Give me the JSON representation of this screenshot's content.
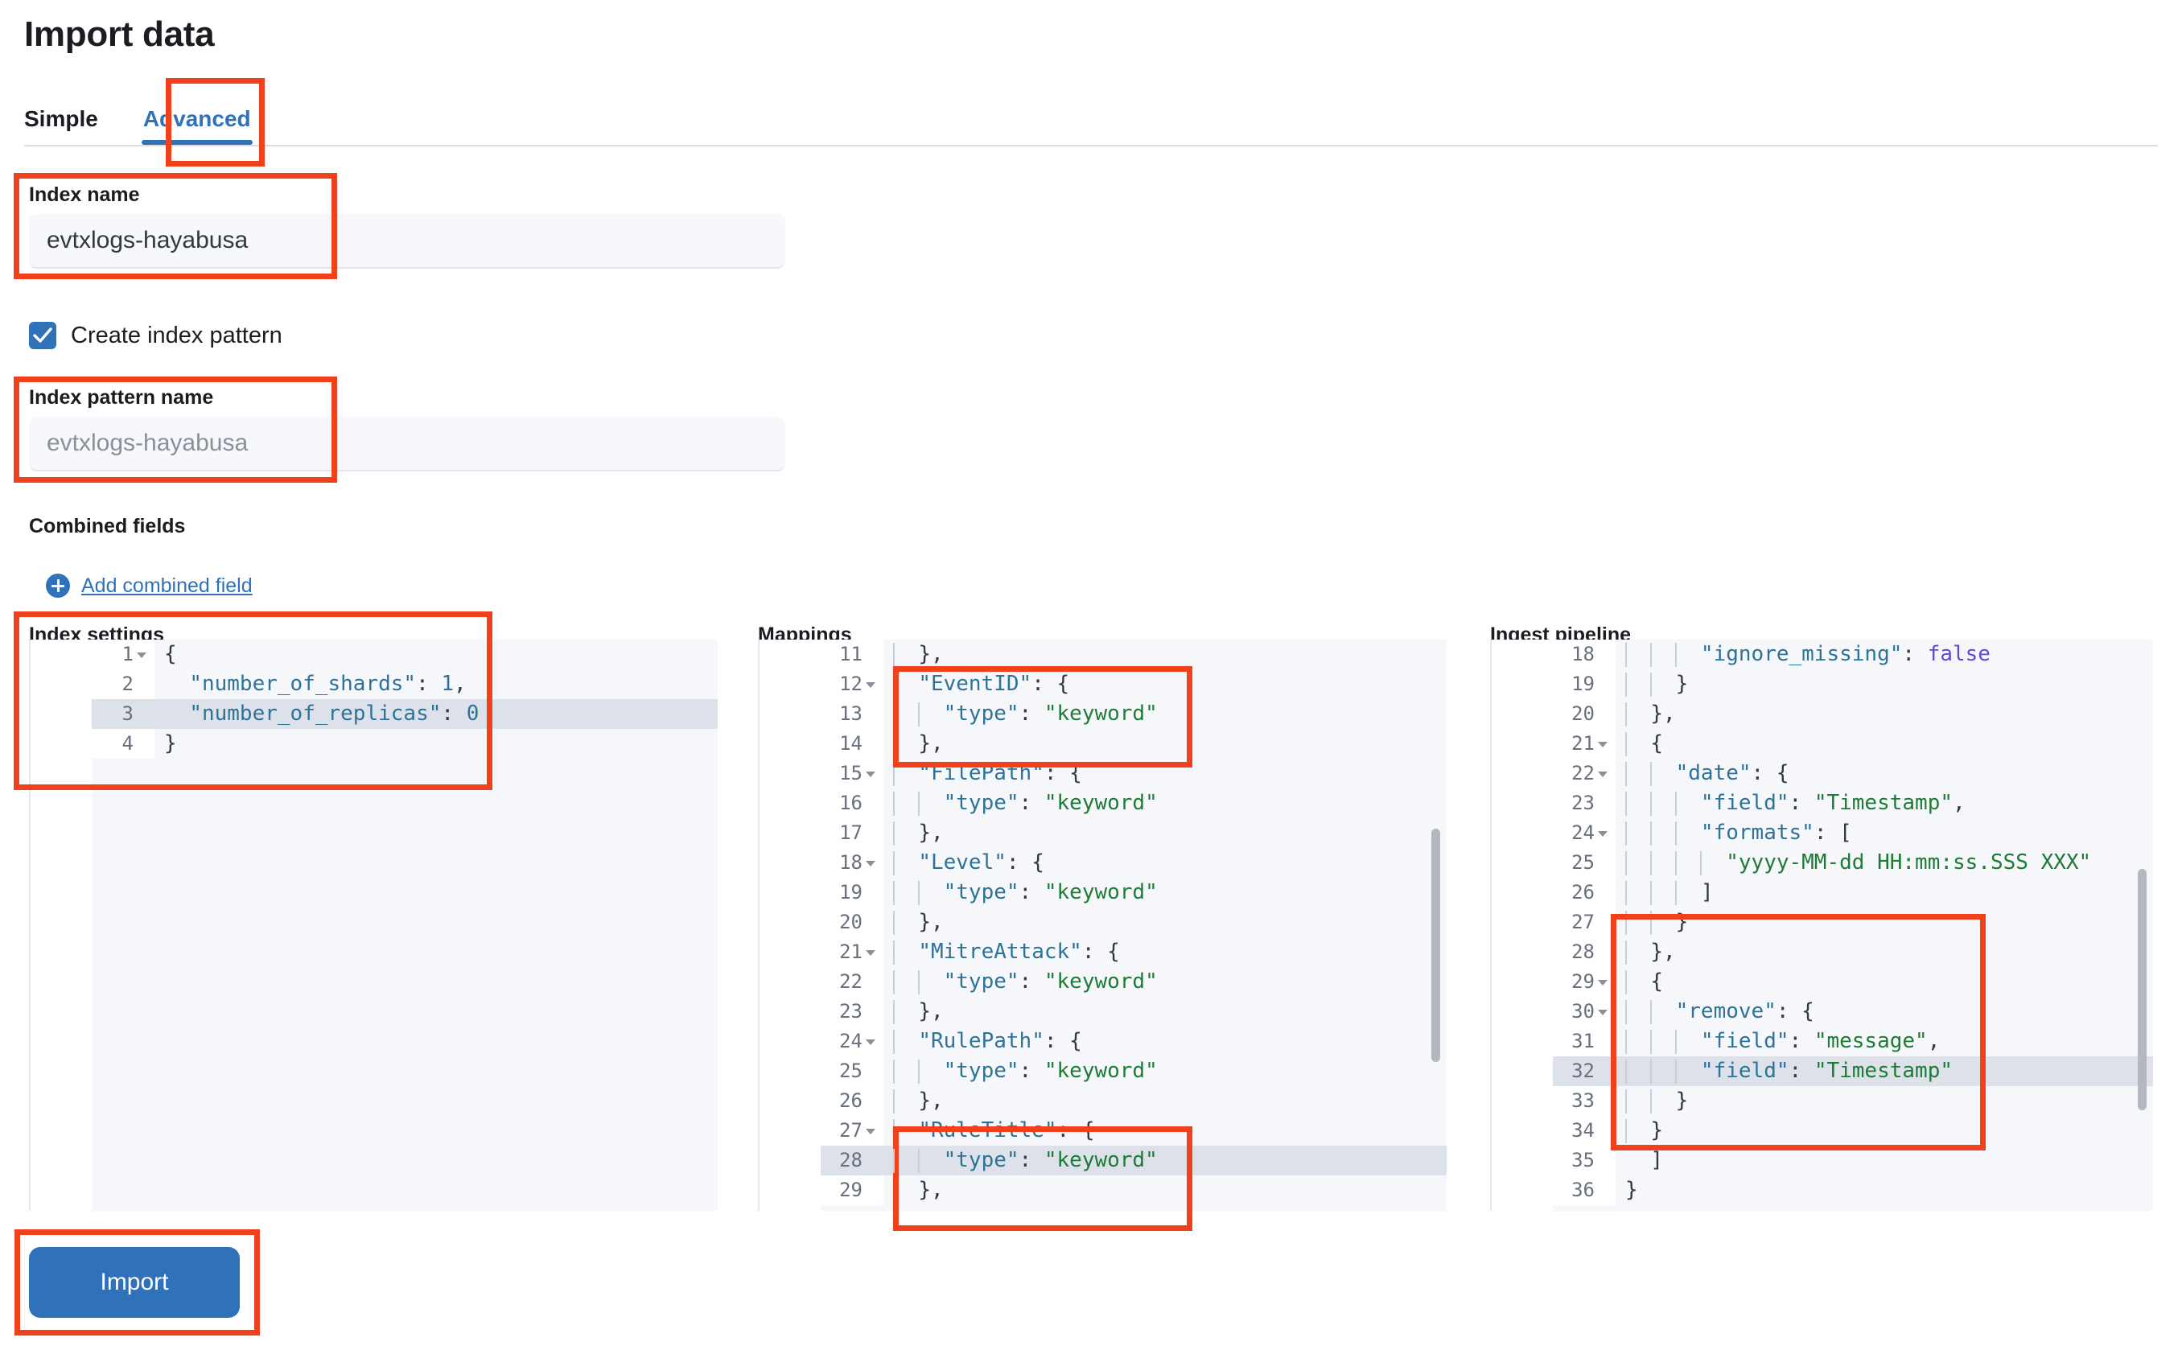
{
  "header": {
    "title": "Import data",
    "tabs": [
      {
        "label": "Simple",
        "active": false
      },
      {
        "label": "Advanced",
        "active": true
      }
    ]
  },
  "form": {
    "index_name_label": "Index name",
    "index_name_value": "evtxlogs-hayabusa",
    "create_index_pattern_label": "Create index pattern",
    "create_index_pattern_checked": true,
    "index_pattern_name_label": "Index pattern name",
    "index_pattern_name_placeholder": "evtxlogs-hayabusa",
    "combined_fields_label": "Combined fields",
    "add_combined_field_label": "Add combined field",
    "add_icon": "plus-circle-icon",
    "check_icon": "checkmark-icon"
  },
  "editors": {
    "index_settings": {
      "title": "Index settings",
      "lines": [
        {
          "n": 1,
          "fold": true,
          "hl": false,
          "indent": 0,
          "text": "{"
        },
        {
          "n": 2,
          "fold": false,
          "hl": false,
          "indent": 0,
          "text": "  \"number_of_shards\": 1,"
        },
        {
          "n": 3,
          "fold": false,
          "hl": true,
          "indent": 0,
          "text": "  \"number_of_replicas\": 0"
        },
        {
          "n": 4,
          "fold": false,
          "hl": false,
          "indent": 0,
          "text": "}"
        }
      ]
    },
    "mappings": {
      "title": "Mappings",
      "lines": [
        {
          "n": 11,
          "fold": false,
          "hl": false,
          "indent": 1,
          "text": "  },"
        },
        {
          "n": 12,
          "fold": true,
          "hl": false,
          "indent": 1,
          "text": "  \"EventID\": {"
        },
        {
          "n": 13,
          "fold": false,
          "hl": false,
          "indent": 2,
          "text": "    \"type\": \"keyword\""
        },
        {
          "n": 14,
          "fold": false,
          "hl": false,
          "indent": 1,
          "text": "  },"
        },
        {
          "n": 15,
          "fold": true,
          "hl": false,
          "indent": 1,
          "text": "  \"FilePath\": {"
        },
        {
          "n": 16,
          "fold": false,
          "hl": false,
          "indent": 2,
          "text": "    \"type\": \"keyword\""
        },
        {
          "n": 17,
          "fold": false,
          "hl": false,
          "indent": 1,
          "text": "  },"
        },
        {
          "n": 18,
          "fold": true,
          "hl": false,
          "indent": 1,
          "text": "  \"Level\": {"
        },
        {
          "n": 19,
          "fold": false,
          "hl": false,
          "indent": 2,
          "text": "    \"type\": \"keyword\""
        },
        {
          "n": 20,
          "fold": false,
          "hl": false,
          "indent": 1,
          "text": "  },"
        },
        {
          "n": 21,
          "fold": true,
          "hl": false,
          "indent": 1,
          "text": "  \"MitreAttack\": {"
        },
        {
          "n": 22,
          "fold": false,
          "hl": false,
          "indent": 2,
          "text": "    \"type\": \"keyword\""
        },
        {
          "n": 23,
          "fold": false,
          "hl": false,
          "indent": 1,
          "text": "  },"
        },
        {
          "n": 24,
          "fold": true,
          "hl": false,
          "indent": 1,
          "text": "  \"RulePath\": {"
        },
        {
          "n": 25,
          "fold": false,
          "hl": false,
          "indent": 2,
          "text": "    \"type\": \"keyword\""
        },
        {
          "n": 26,
          "fold": false,
          "hl": false,
          "indent": 1,
          "text": "  },"
        },
        {
          "n": 27,
          "fold": true,
          "hl": false,
          "indent": 1,
          "text": "  \"RuleTitle\": {"
        },
        {
          "n": 28,
          "fold": false,
          "hl": true,
          "indent": 2,
          "text": "    \"type\": \"keyword\""
        },
        {
          "n": 29,
          "fold": false,
          "hl": false,
          "indent": 1,
          "text": "  },"
        }
      ]
    },
    "ingest_pipeline": {
      "title": "Ingest pipeline",
      "lines": [
        {
          "n": 18,
          "fold": false,
          "hl": false,
          "indent": 3,
          "text": "      \"ignore_missing\": false"
        },
        {
          "n": 19,
          "fold": false,
          "hl": false,
          "indent": 2,
          "text": "    }"
        },
        {
          "n": 20,
          "fold": false,
          "hl": false,
          "indent": 1,
          "text": "  },"
        },
        {
          "n": 21,
          "fold": true,
          "hl": false,
          "indent": 1,
          "text": "  {"
        },
        {
          "n": 22,
          "fold": true,
          "hl": false,
          "indent": 2,
          "text": "    \"date\": {"
        },
        {
          "n": 23,
          "fold": false,
          "hl": false,
          "indent": 3,
          "text": "      \"field\": \"Timestamp\","
        },
        {
          "n": 24,
          "fold": true,
          "hl": false,
          "indent": 3,
          "text": "      \"formats\": ["
        },
        {
          "n": 25,
          "fold": false,
          "hl": false,
          "indent": 4,
          "text": "        \"yyyy-MM-dd HH:mm:ss.SSS XXX\""
        },
        {
          "n": 26,
          "fold": false,
          "hl": false,
          "indent": 3,
          "text": "      ]"
        },
        {
          "n": 27,
          "fold": false,
          "hl": false,
          "indent": 2,
          "text": "    }"
        },
        {
          "n": 28,
          "fold": false,
          "hl": false,
          "indent": 1,
          "text": "  },"
        },
        {
          "n": 29,
          "fold": true,
          "hl": false,
          "indent": 1,
          "text": "  {"
        },
        {
          "n": 30,
          "fold": true,
          "hl": false,
          "indent": 2,
          "text": "    \"remove\": {"
        },
        {
          "n": 31,
          "fold": false,
          "hl": false,
          "indent": 3,
          "text": "      \"field\": \"message\","
        },
        {
          "n": 32,
          "fold": false,
          "hl": true,
          "indent": 3,
          "text": "      \"field\": \"Timestamp\""
        },
        {
          "n": 33,
          "fold": false,
          "hl": false,
          "indent": 2,
          "text": "    }"
        },
        {
          "n": 34,
          "fold": false,
          "hl": false,
          "indent": 1,
          "text": "  }"
        },
        {
          "n": 35,
          "fold": false,
          "hl": false,
          "indent": 0,
          "text": "  ]"
        },
        {
          "n": 36,
          "fold": false,
          "hl": false,
          "indent": 0,
          "text": "}"
        }
      ]
    }
  },
  "actions": {
    "import_label": "Import"
  },
  "colors": {
    "accent": "#2f72ba",
    "annotation": "#f1411c",
    "string": "#1e7b35",
    "key": "#2d7398",
    "boolean": "#5e4ad6",
    "highlight_line": "#dde1ea"
  }
}
